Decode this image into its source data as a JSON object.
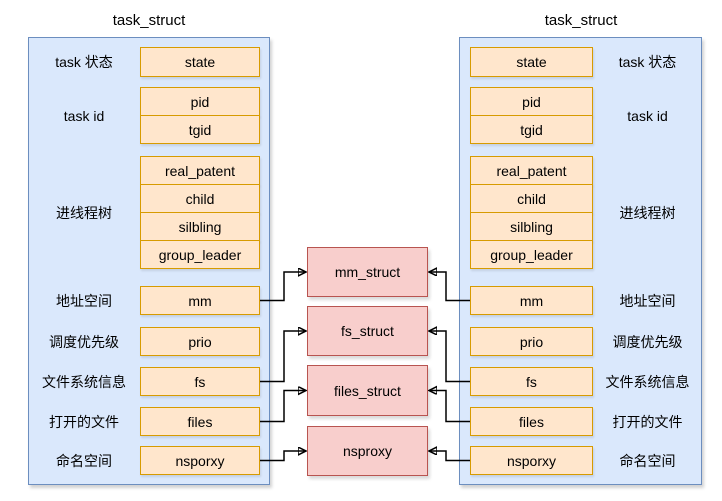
{
  "colors": {
    "panel_fill": "#dae8fc",
    "panel_stroke": "#6c8ebf",
    "field_fill": "#ffe6cc",
    "field_stroke": "#d79b00",
    "struct_fill": "#f8cecc",
    "struct_stroke": "#b85450",
    "connector": "#000000"
  },
  "left_struct": {
    "title": "task_struct",
    "rows": [
      {
        "label": "task 状态",
        "fields": [
          "state"
        ]
      },
      {
        "label": "task id",
        "fields": [
          "pid",
          "tgid"
        ]
      },
      {
        "label": "进线程树",
        "fields": [
          "real_patent",
          "child",
          "silbling",
          "group_leader"
        ]
      },
      {
        "label": "地址空间",
        "fields": [
          "mm"
        ]
      },
      {
        "label": "调度优先级",
        "fields": [
          "prio"
        ]
      },
      {
        "label": "文件系统信息",
        "fields": [
          "fs"
        ]
      },
      {
        "label": "打开的文件",
        "fields": [
          "files"
        ]
      },
      {
        "label": "命名空间",
        "fields": [
          "nsporxy"
        ]
      }
    ]
  },
  "right_struct": {
    "title": "task_struct",
    "rows": [
      {
        "label": "task 状态",
        "fields": [
          "state"
        ]
      },
      {
        "label": "task id",
        "fields": [
          "pid",
          "tgid"
        ]
      },
      {
        "label": "进线程树",
        "fields": [
          "real_patent",
          "child",
          "silbling",
          "group_leader"
        ]
      },
      {
        "label": "地址空间",
        "fields": [
          "mm"
        ]
      },
      {
        "label": "调度优先级",
        "fields": [
          "prio"
        ]
      },
      {
        "label": "文件系统信息",
        "fields": [
          "fs"
        ]
      },
      {
        "label": "打开的文件",
        "fields": [
          "files"
        ]
      },
      {
        "label": "命名空间",
        "fields": [
          "nsporxy"
        ]
      }
    ]
  },
  "shared_structs": [
    {
      "name": "mm_struct"
    },
    {
      "name": "fs_struct"
    },
    {
      "name": "files_struct"
    },
    {
      "name": "nsproxy"
    }
  ],
  "connections": [
    {
      "from": "mm",
      "to": "mm_struct"
    },
    {
      "from": "fs",
      "to": "fs_struct"
    },
    {
      "from": "files",
      "to": "files_struct"
    },
    {
      "from": "nsporxy",
      "to": "nsproxy"
    }
  ]
}
